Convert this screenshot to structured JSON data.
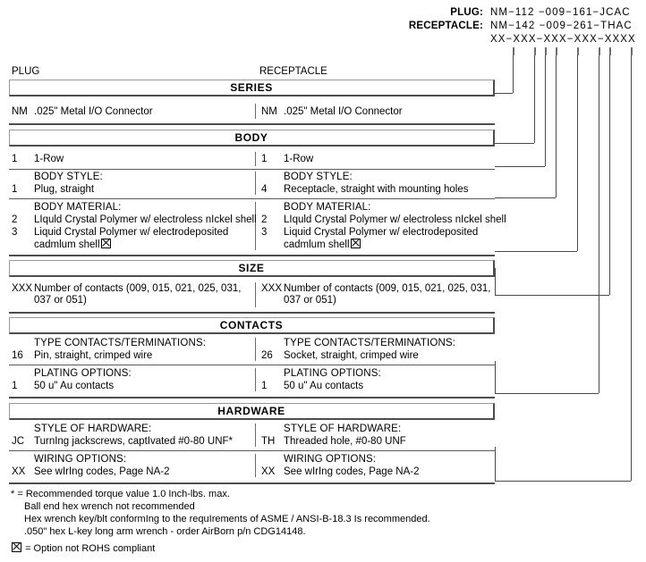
{
  "header": {
    "plug_label": "PLUG:",
    "plug_value": "NM−112 −009−161−JCAC",
    "receptacle_label": "RECEPTACLE:",
    "receptacle_value": "NM−142 −009−261−THAC",
    "mask_value": "XX−XXX−XXX−XXX−XXXX"
  },
  "columns": {
    "left": "PLUG",
    "right": "RECEPTACLE"
  },
  "sections": [
    {
      "title": "SERIES",
      "rows": [
        {
          "sublabel": "",
          "left": {
            "code": "NM",
            "text": ".025\" Metal I/O Connector"
          },
          "right": {
            "code": "NM",
            "text": ".025\" Metal I/O Connector"
          }
        }
      ]
    },
    {
      "title": "BODY",
      "rows": [
        {
          "sublabel": "",
          "left": {
            "code": "1",
            "text": "1-Row"
          },
          "right": {
            "code": "1",
            "text": "1-Row"
          }
        },
        {
          "sublabel": "BODY STYLE:",
          "left": {
            "code": "1",
            "text": "Plug, straight"
          },
          "right": {
            "code": "4",
            "text": "Receptacle, straight with mounting holes"
          }
        },
        {
          "sublabel": "BODY MATERIAL:",
          "left": {
            "code": "2",
            "text": "LIquld Crystal Polymer w/ electroless nIckel shell"
          },
          "right": {
            "code": "2",
            "text": "LIquld Crystal Polymer w/ electroless nIckel shell"
          },
          "left2": {
            "code": "3",
            "text": "Liquid Crystal Polymer w/ electrodeposited",
            "text2": "cadmlum shell",
            "rohs": true
          },
          "right2": {
            "code": "3",
            "text": "Liquid Crystal Polymer w/ electrodeposited",
            "text2": "cadmlum shell",
            "rohs": true
          }
        }
      ]
    },
    {
      "title": "SIZE",
      "rows": [
        {
          "sublabel": "",
          "left": {
            "code": "XXX",
            "text": "Number of contacts (009, 015, 021, 025, 031,",
            "text2": "037 or 051)"
          },
          "right": {
            "code": "XXX",
            "text": "Number of contacts (009, 015, 021, 025, 031,",
            "text2": "037 or 051)"
          }
        }
      ]
    },
    {
      "title": "CONTACTS",
      "rows": [
        {
          "sublabel": "TYPE CONTACTS/TERMINATIONS:",
          "left": {
            "code": "16",
            "text": "Pin, straight, crimped wire"
          },
          "right": {
            "code": "26",
            "text": "Socket, straight, crimped wire"
          }
        },
        {
          "sublabel": "PLATING OPTIONS:",
          "left": {
            "code": "1",
            "text": "50 u\" Au contacts"
          },
          "right": {
            "code": "1",
            "text": "50 u\" Au contacts"
          }
        }
      ]
    },
    {
      "title": "HARDWARE",
      "rows": [
        {
          "sublabel": "STYLE OF HARDWARE:",
          "left": {
            "code": "JC",
            "text": "TurnIng jackscrews, captIvated #0-80 UNF*"
          },
          "right": {
            "code": "TH",
            "text": "Threaded hole, #0-80 UNF"
          }
        },
        {
          "sublabel": "WIRING OPTIONS:",
          "left": {
            "code": "XX",
            "text": "See wIrIng codes, Page NA-2"
          },
          "right": {
            "code": "XX",
            "text": "See wIrIng codes, Page NA-2"
          }
        }
      ]
    }
  ],
  "footnotes": {
    "star_line1": "* = Recommended torque value 1.0 Inch-lbs. max.",
    "star_line2": "Ball end hex wrench not recommended",
    "star_line3": "Hex wrench key/blt conformIng to the requIrements of ASME / ANSI-B-18.3 Is recommended.",
    "star_line4": ".050\" hex L-key long arm wrench - order AirBorn p/n CDG14148.",
    "rohs_note": "= Option not ROHS compliant"
  }
}
